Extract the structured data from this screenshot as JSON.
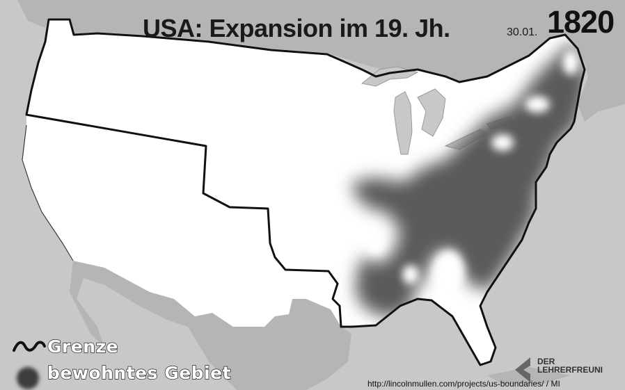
{
  "title": "USA: Expansion im 19. Jh.",
  "date": {
    "day_month": "30.01.",
    "year": "1820"
  },
  "legend": {
    "items": [
      {
        "label": "Grenze",
        "symbol": "border-line-icon"
      },
      {
        "label": "bewohntes Gebiet",
        "symbol": "settled-area-icon"
      }
    ]
  },
  "brand": {
    "line1": "DER",
    "line2": "LEHRERFREUNI"
  },
  "source": "http://lincolnmullen.com/projects/us-boundaries/ / MI",
  "colors": {
    "ocean": "#c8c8c8",
    "foreign_land": "#b3b3b3",
    "us_land": "#ffffff",
    "settled": "#5a5a5a",
    "border": "#111111"
  }
}
